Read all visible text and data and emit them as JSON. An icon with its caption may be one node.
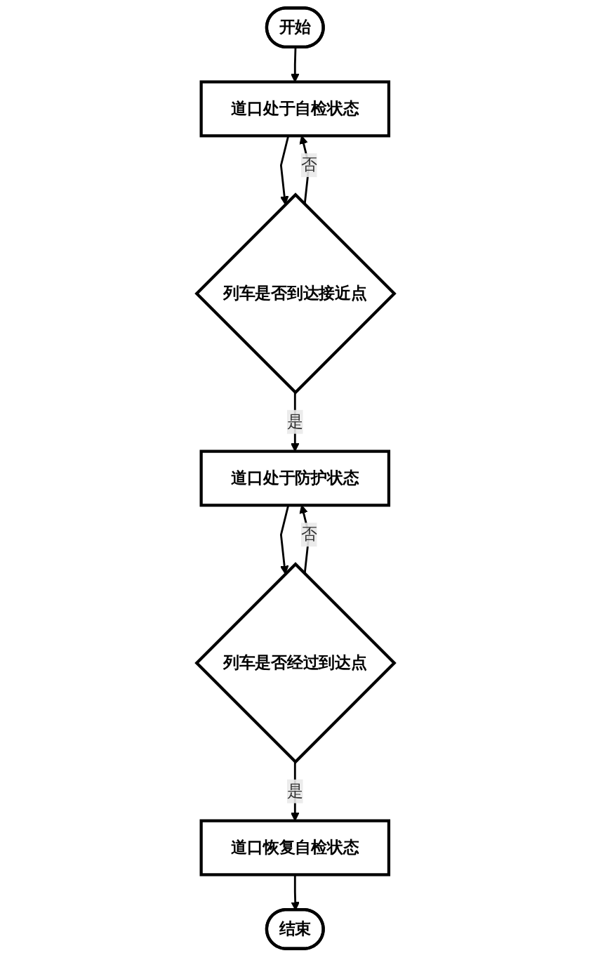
{
  "diagram": {
    "nodes": [
      {
        "text": [
          "开始"
        ]
      },
      {
        "text": [
          "道口处于自检状态"
        ]
      },
      {
        "text": [
          "列车是否到达接近点"
        ]
      },
      {
        "text": [
          "道口处于防护状态"
        ]
      },
      {
        "text": [
          "列车是否经过到达点"
        ]
      },
      {
        "text": [
          "道口恢复自检状态"
        ]
      },
      {
        "text": [
          "结束"
        ]
      }
    ],
    "edges": [
      {
        "from": 0,
        "to": 1,
        "arrow": "to"
      },
      {
        "from": 1,
        "to": 2,
        "arrow": "to"
      },
      {
        "from": 2,
        "to": 1,
        "arrow": "to",
        "label": "否"
      },
      {
        "from": 2,
        "to": 3,
        "arrow": "to",
        "label": "是"
      },
      {
        "from": 3,
        "to": 4,
        "arrow": "to"
      },
      {
        "from": 4,
        "to": 3,
        "arrow": "to",
        "label": "否"
      },
      {
        "from": 4,
        "to": 5,
        "arrow": "to",
        "label": "是"
      },
      {
        "from": 5,
        "to": 6,
        "arrow": "to"
      }
    ]
  }
}
